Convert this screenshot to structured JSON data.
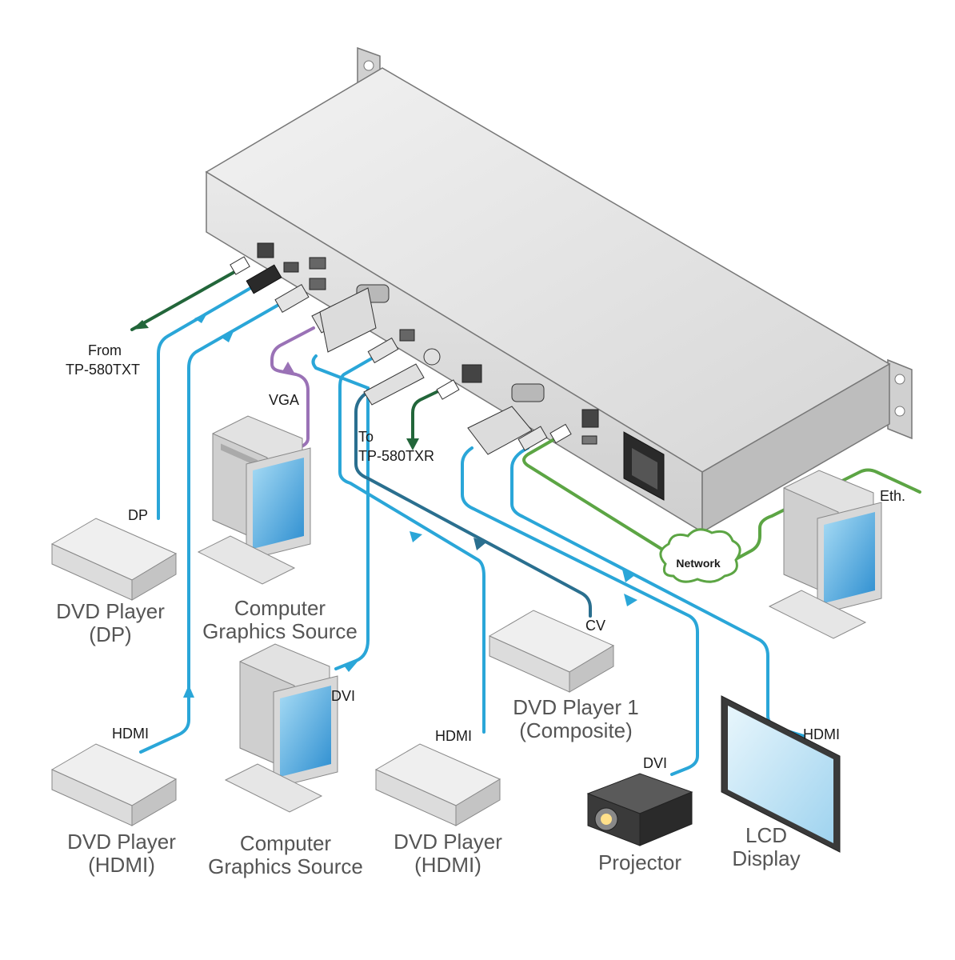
{
  "colors": {
    "video_cable": "#2aa6d8",
    "composite_cable": "#2a6f8f",
    "vga_cable": "#9a72b6",
    "hdbaset_cable": "#22663a",
    "ethernet_cable": "#5ca544",
    "device_body": "#dcdcdc",
    "text_dark": "#1a1a1a",
    "text_gray": "#555555"
  },
  "labels": {
    "from": "From",
    "from_device": "TP-580TXT",
    "to": "To",
    "to_device": "TP-580TXR",
    "vga": "VGA",
    "dp": "DP",
    "hdmi_1": "HDMI",
    "dvi_in": "DVI",
    "hdmi_2": "HDMI",
    "cv": "CV",
    "dvi_out": "DVI",
    "hdmi_out": "HDMI",
    "eth": "Eth.",
    "network": "Network"
  },
  "devices": {
    "dvd_dp": [
      "DVD Player",
      "(DP)"
    ],
    "cgs_top": [
      "Computer",
      "Graphics Source"
    ],
    "dvd_hdmi_left": [
      "DVD Player",
      "(HDMI)"
    ],
    "cgs_bottom": [
      "Computer",
      "Graphics Source"
    ],
    "dvd_hdmi_mid": [
      "DVD Player",
      "(HDMI)"
    ],
    "dvd_composite": [
      "DVD Player 1",
      "(Composite)"
    ],
    "projector": [
      "Projector"
    ],
    "lcd": [
      "LCD",
      "Display"
    ]
  },
  "icons": [
    "main-unit-icon",
    "dvd-player-icon",
    "computer-icon",
    "projector-icon",
    "lcd-display-icon",
    "network-cloud-icon",
    "power-socket-icon"
  ]
}
